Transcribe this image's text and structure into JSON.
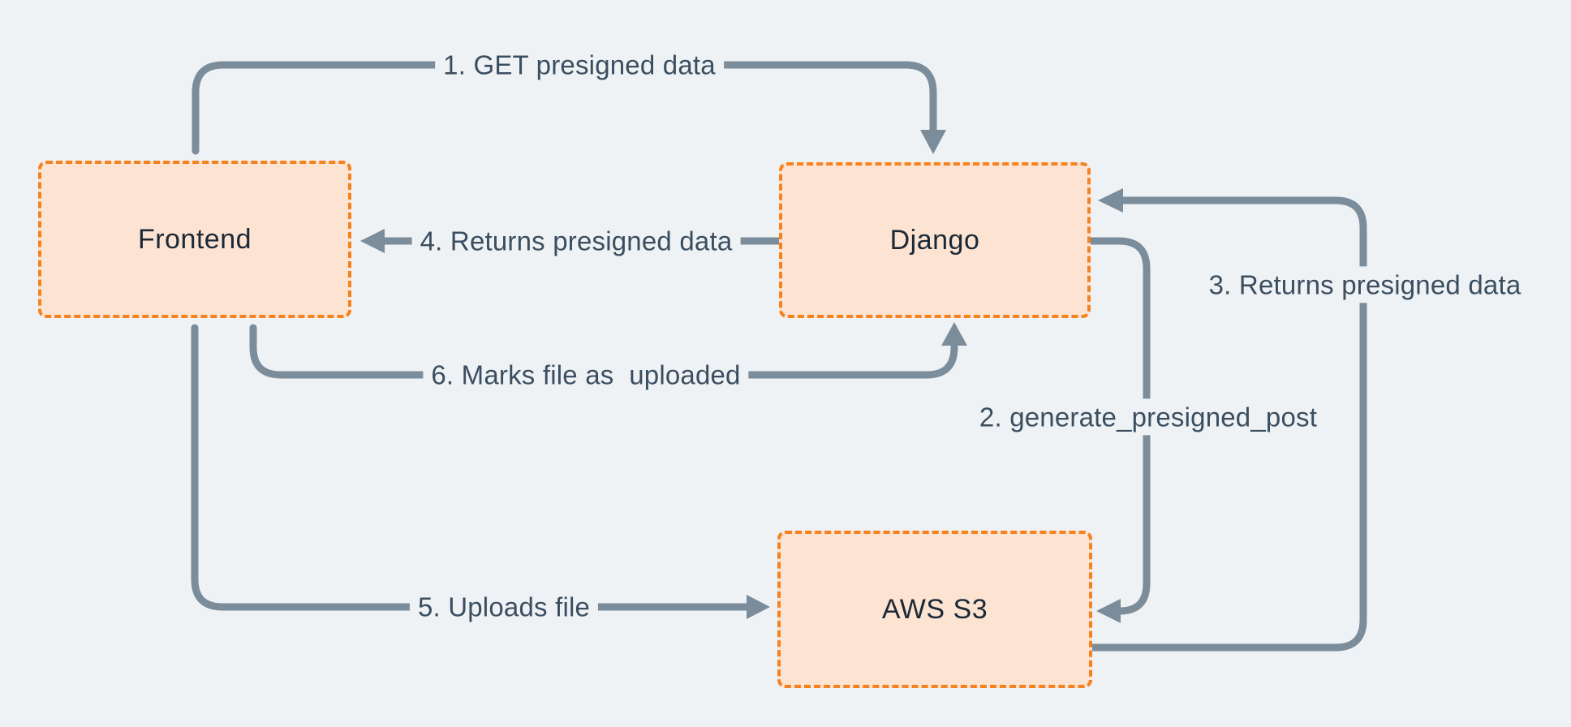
{
  "style": {
    "background": "#eef2f5",
    "arrow_color": "#7b8c9a",
    "edge_label_color": "#3b4e60",
    "node_fill": "#fce3d2",
    "node_border": "#f5811f",
    "node_text_color": "#1b2836"
  },
  "nodes": [
    {
      "id": "frontend",
      "label": "Frontend"
    },
    {
      "id": "django",
      "label": "Django"
    },
    {
      "id": "aws-s3",
      "label": "AWS S3"
    }
  ],
  "edges": [
    {
      "step": 1,
      "label": "1. GET presigned data",
      "from": "Frontend",
      "to": "Django"
    },
    {
      "step": 2,
      "label": "2. generate_presigned_post",
      "from": "Django",
      "to": "AWS S3"
    },
    {
      "step": 3,
      "label": "3. Returns presigned data",
      "from": "AWS S3",
      "to": "Django"
    },
    {
      "step": 4,
      "label": "4. Returns presigned data",
      "from": "Django",
      "to": "Frontend"
    },
    {
      "step": 5,
      "label": "5. Uploads file",
      "from": "Frontend",
      "to": "AWS S3"
    },
    {
      "step": 6,
      "label": "6. Marks file as  uploaded",
      "from": "Frontend",
      "to": "Django"
    }
  ]
}
